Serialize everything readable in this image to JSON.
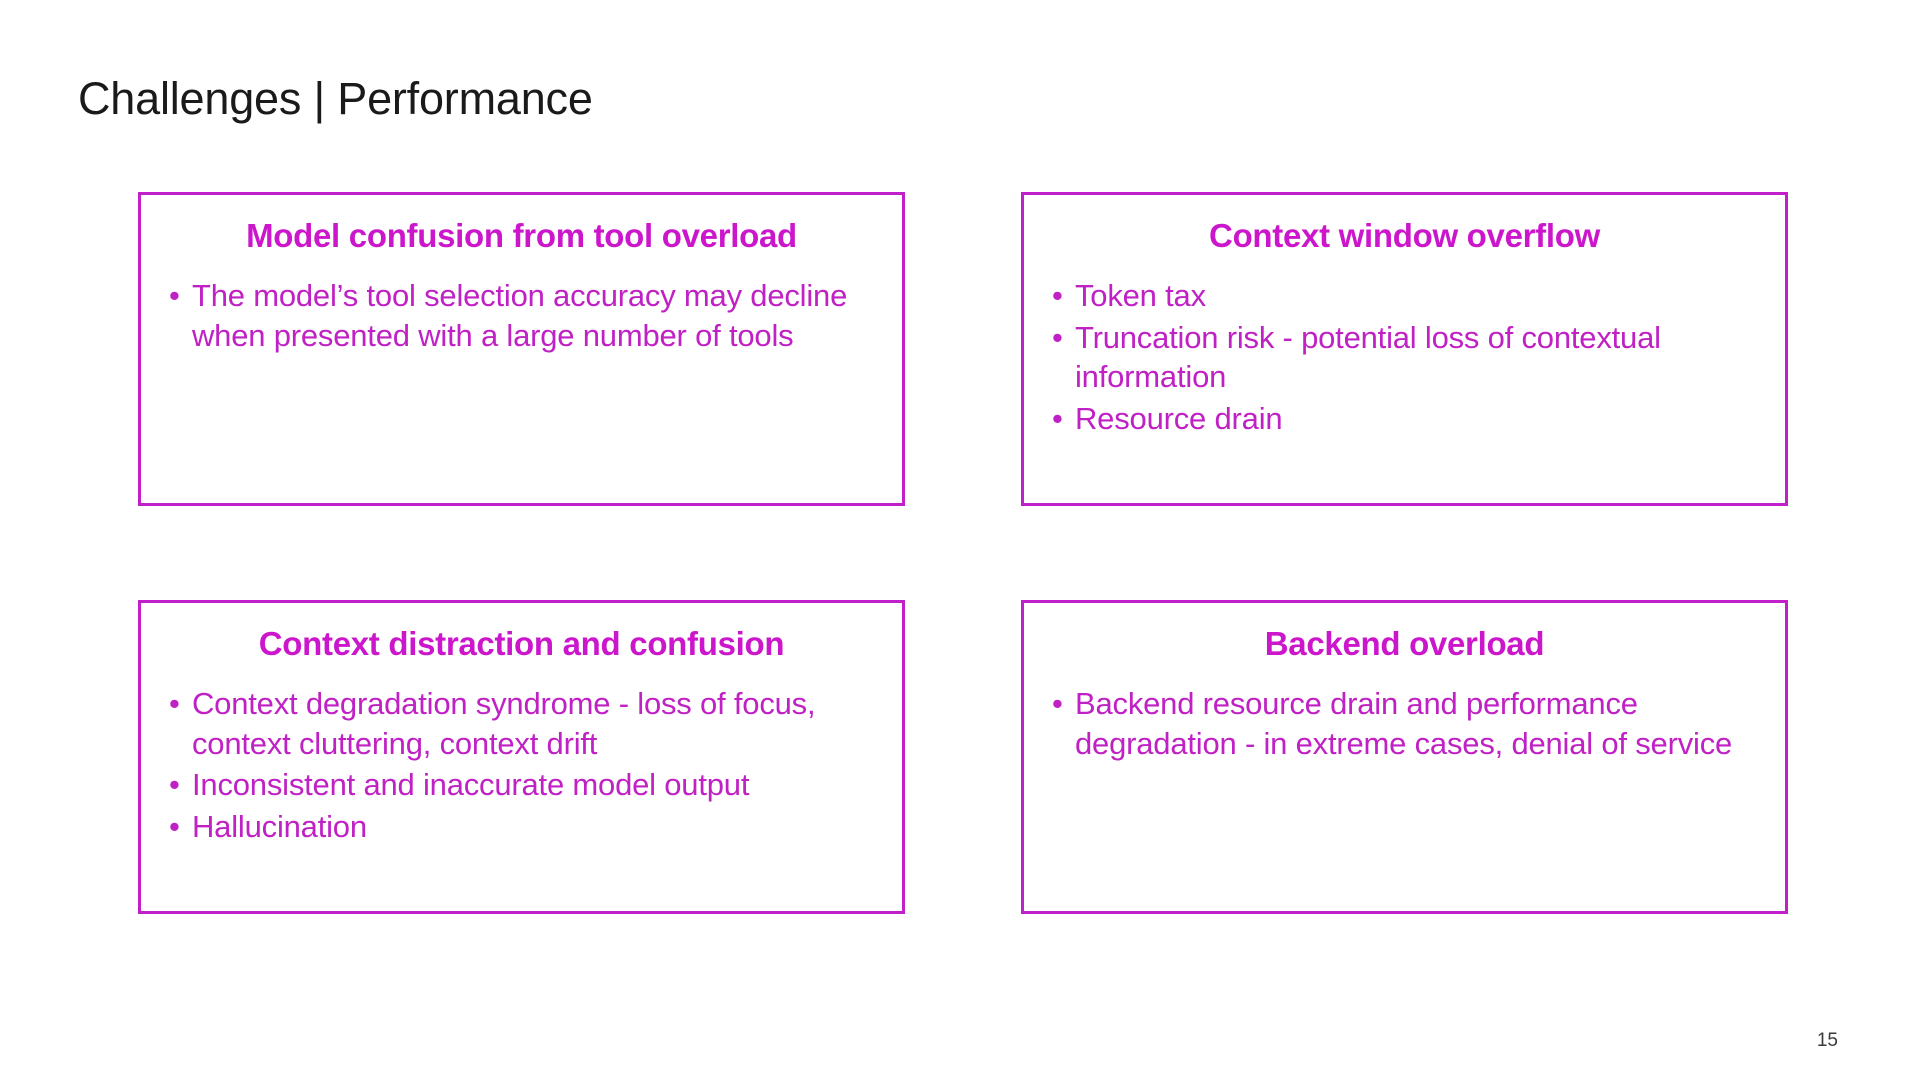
{
  "slide": {
    "title": "Challenges | Performance",
    "page_number": "15",
    "accent_color": "#c11fc9",
    "title_color": "#1a1a1a"
  },
  "cards": [
    {
      "title": "Model confusion from tool overload",
      "bullet_glyph": "•",
      "bullets": [
        "The model’s tool selection accuracy may decline when presented with a large number of tools"
      ]
    },
    {
      "title": "Context window overflow",
      "bullet_glyph": "•",
      "bullets": [
        "Token tax",
        "Truncation risk - potential loss of contextual information",
        "Resource drain"
      ]
    },
    {
      "title": "Context distraction and confusion",
      "bullet_glyph": "•",
      "bullets": [
        "Context degradation syndrome - loss of focus, context cluttering, context drift",
        "Inconsistent and inaccurate model output",
        "Hallucination"
      ]
    },
    {
      "title": "Backend overload",
      "bullet_glyph": "•",
      "bullets": [
        "Backend resource drain and performance degradation - in extreme cases, denial of service"
      ]
    }
  ]
}
